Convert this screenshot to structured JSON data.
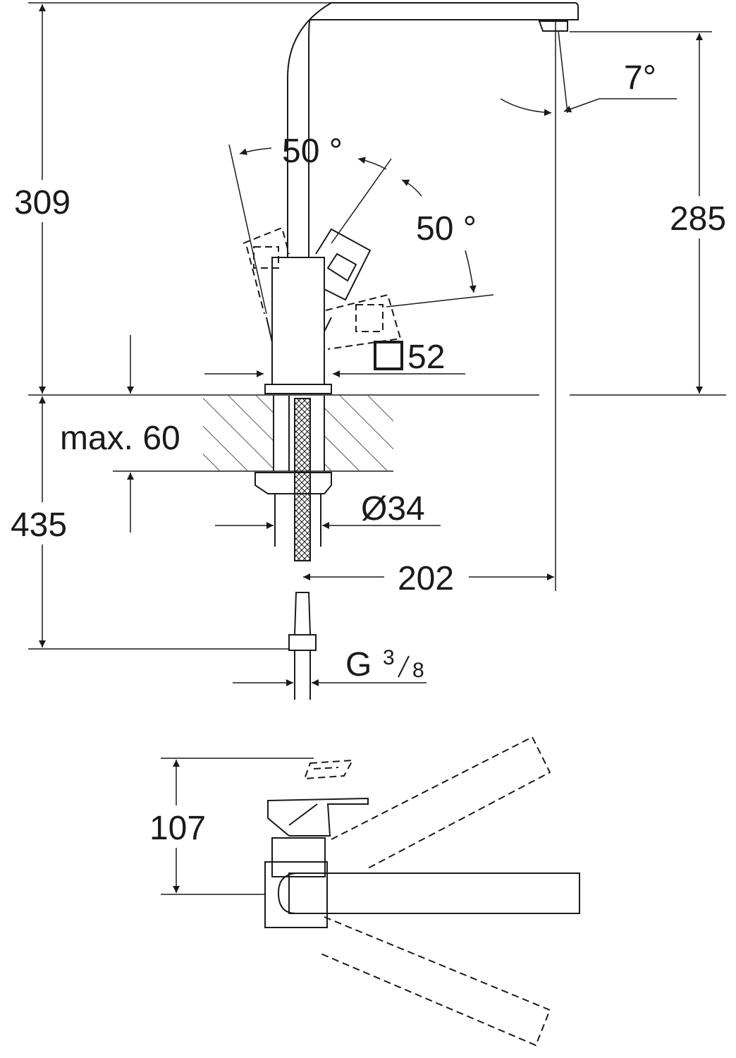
{
  "drawing": {
    "side_view": {
      "total_height": "309",
      "spout_height": "285",
      "spout_angle": "7°",
      "lever_angle_front": "50 °",
      "lever_angle_side": "50 °",
      "body_size": "52",
      "counter_thickness": "max. 60",
      "below_counter_length": "435",
      "shank_diameter": "Ø34",
      "spout_reach": "202",
      "connection_g": "G",
      "connection_num": "3",
      "connection_den": "8"
    },
    "top_view": {
      "depth": "107"
    }
  },
  "colors": {
    "line": "#1a1a1a",
    "background": "#ffffff"
  }
}
